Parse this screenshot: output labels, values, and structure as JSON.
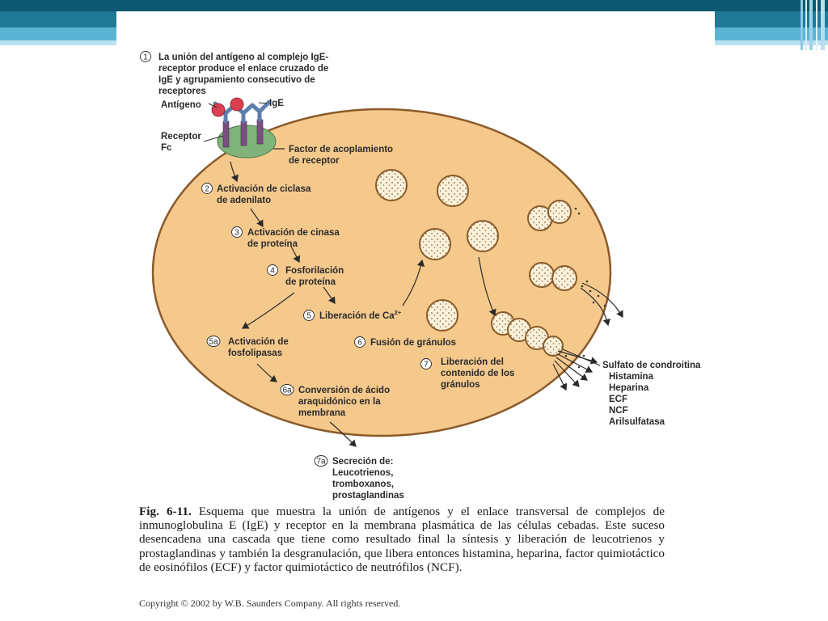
{
  "colors": {
    "banner_dark": "#0b5870",
    "banner_light": "#5cb4d4",
    "cell_fill": "#f5c98c",
    "cell_stroke": "#8a5a2a",
    "granule_fill": "#fbf1d8",
    "receptor_color": "#7a4f80",
    "ige_color": "#5d7fae",
    "antigen_color": "#d94050",
    "coupling_factor_color": "#7fb37a"
  },
  "diagram": {
    "steps": [
      {
        "num": "1",
        "lines": [
          "La unión del antígeno al complejo IgE-",
          "receptor produce el enlace cruzado de",
          "IgE y agrupamiento consecutivo de",
          "receptores"
        ]
      },
      {
        "num": "2",
        "lines": [
          "Activación de ciclasa",
          "de adenilato"
        ]
      },
      {
        "num": "3",
        "lines": [
          "Activación de cinasa",
          "de proteína"
        ]
      },
      {
        "num": "4",
        "lines": [
          "Fosforilación",
          "de proteína"
        ]
      },
      {
        "num": "5",
        "text": "Liberación de Ca",
        "superscript": "2+"
      },
      {
        "num": "5a",
        "lines": [
          "Activación de",
          "fosfolipasas"
        ]
      },
      {
        "num": "6",
        "lines": [
          "Fusión de gránulos"
        ]
      },
      {
        "num": "6a",
        "lines": [
          "Conversión de ácido",
          "araquidónico en la",
          "membrana"
        ]
      },
      {
        "num": "7",
        "lines": [
          "Liberación del",
          "contenido de los",
          "gránulos"
        ]
      },
      {
        "num": "7a",
        "lines": [
          "Secreción de:",
          "Leucotrienos,",
          "tromboxanos,",
          "prostaglandinas"
        ]
      }
    ],
    "labels": {
      "antigen": "Antígeno",
      "ige": "IgE",
      "receptor": [
        "Receptor",
        "Fc"
      ],
      "coupling_factor": [
        "Factor de acoplamiento",
        "de receptor"
      ]
    },
    "released_products": [
      "Sulfato de condroitina",
      "Histamina",
      "Heparina",
      "ECF",
      "NCF",
      "Arilsulfatasa"
    ]
  },
  "caption": {
    "fig_label": "Fig. 6-11.",
    "text": "Esquema que muestra la unión de antígenos y el enlace transversal de complejos de inmunoglobulina E (IgE) y receptor en la membrana plasmática de las células cebadas. Este suceso desencadena una cascada que tiene como resultado final la síntesis y liberación de leucotrienos y prostaglandinas y también la desgranulación, que libera entonces histamina, heparina, factor quimiotáctico de eosinófilos (ECF) y factor quimiotáctico de neutrófilos (NCF)."
  },
  "copyright": "Copyright © 2002 by W.B. Saunders Company. All rights reserved."
}
